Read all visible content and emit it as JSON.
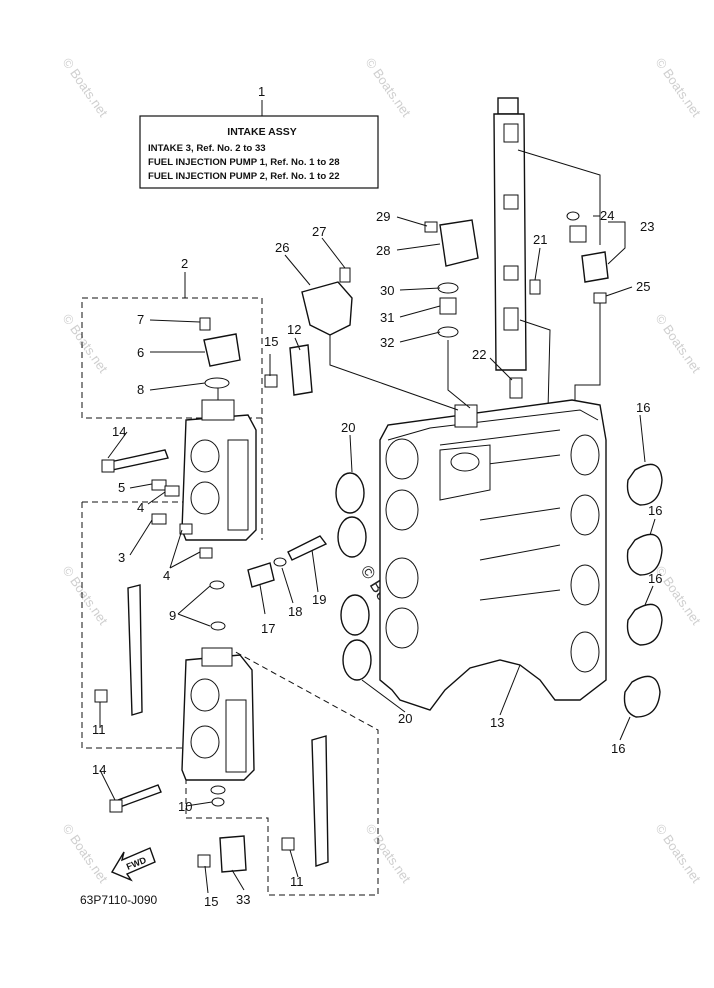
{
  "intake_box": {
    "title": "INTAKE ASSY",
    "lines": [
      "INTAKE 3,  Ref. No. 2 to 33",
      "FUEL INJECTION PUMP 1,  Ref. No. 1 to 28",
      "FUEL INJECTION PUMP 2,  Ref. No. 1 to 22"
    ]
  },
  "callouts": {
    "c1": "1",
    "c2": "2",
    "c3": "3",
    "c4a": "4",
    "c4b": "4",
    "c5": "5",
    "c6": "6",
    "c7": "7",
    "c8": "8",
    "c9": "9",
    "c10": "10",
    "c11a": "11",
    "c11b": "11",
    "c12": "12",
    "c13": "13",
    "c14a": "14",
    "c14b": "14",
    "c15a": "15",
    "c15b": "15",
    "c16a": "16",
    "c16b": "16",
    "c16c": "16",
    "c16d": "16",
    "c17": "17",
    "c18": "18",
    "c19": "19",
    "c20a": "20",
    "c20b": "20",
    "c21": "21",
    "c22": "22",
    "c23": "23",
    "c24": "24",
    "c25": "25",
    "c26": "26",
    "c27": "27",
    "c28": "28",
    "c29": "29",
    "c30": "30",
    "c31": "31",
    "c32": "32",
    "c33": "33"
  },
  "fwd_label": "FWD",
  "diagram_code": "63P7110-J090",
  "watermark": "© Boats.net"
}
